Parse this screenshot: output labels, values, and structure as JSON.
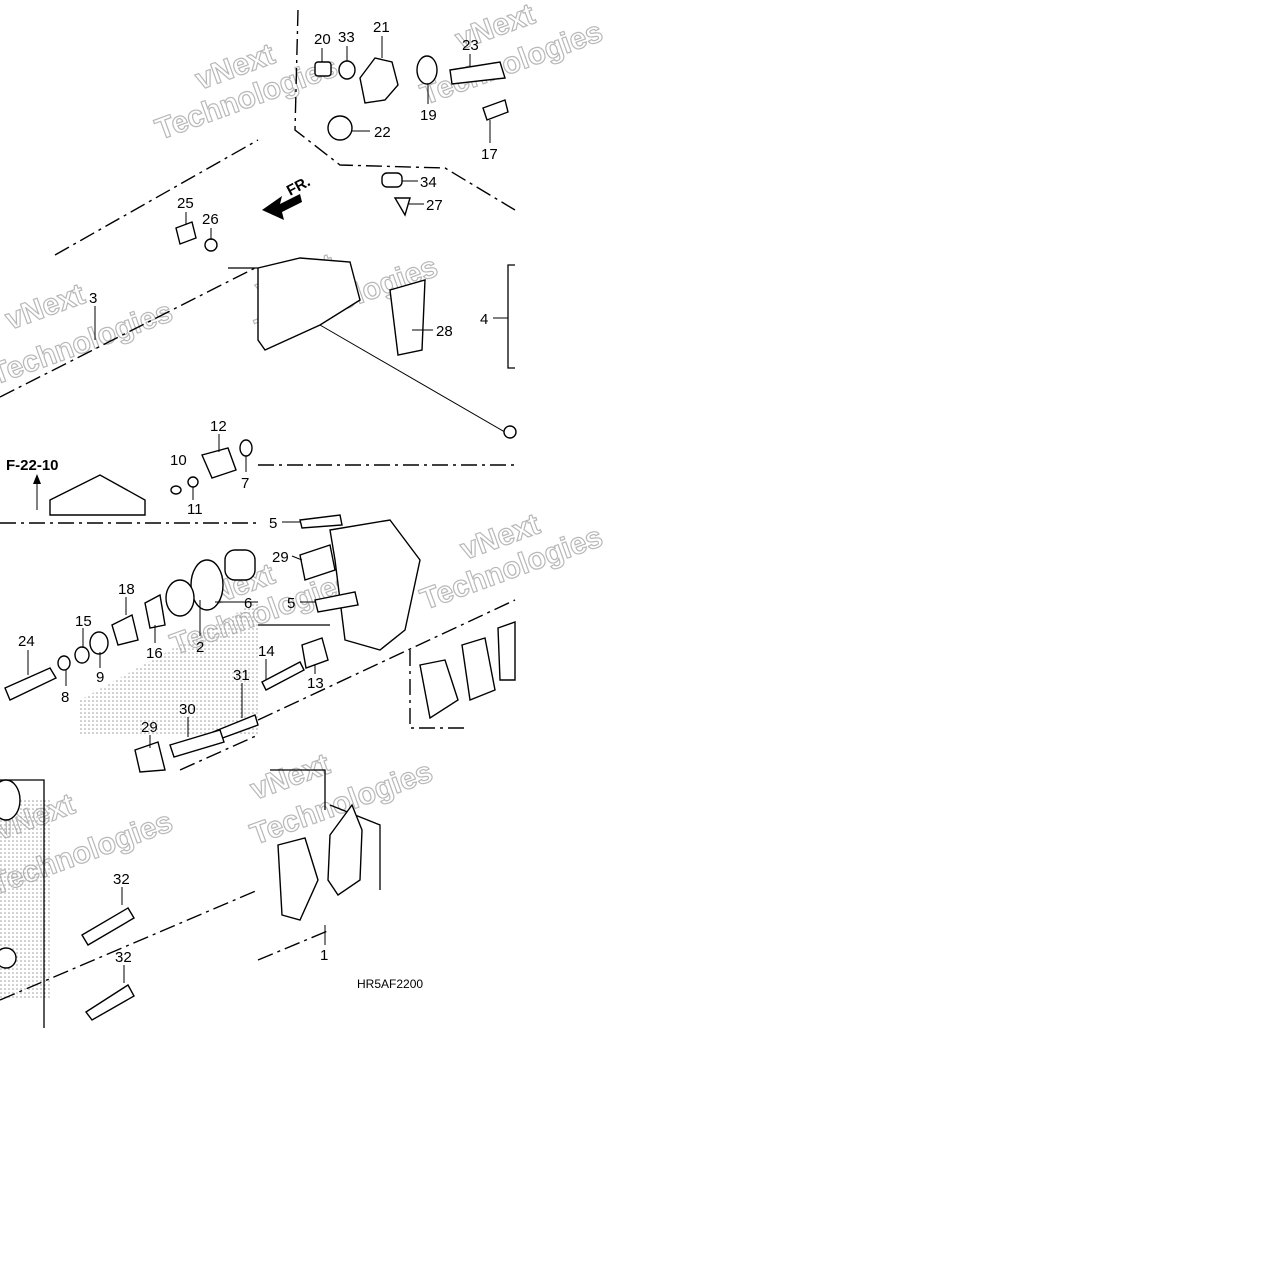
{
  "diagram": {
    "code": "HR5AF2200",
    "reference": "F-22-10",
    "direction": "FR.",
    "watermark_lines": [
      "vNext",
      "Technologies"
    ],
    "callouts": [
      {
        "id": "c20",
        "text": "20"
      },
      {
        "id": "c33",
        "text": "33"
      },
      {
        "id": "c21",
        "text": "21"
      },
      {
        "id": "c23",
        "text": "23"
      },
      {
        "id": "c19",
        "text": "19"
      },
      {
        "id": "c22",
        "text": "22"
      },
      {
        "id": "c17",
        "text": "17"
      },
      {
        "id": "c34",
        "text": "34"
      },
      {
        "id": "c27",
        "text": "27"
      },
      {
        "id": "c25",
        "text": "25"
      },
      {
        "id": "c26",
        "text": "26"
      },
      {
        "id": "c3",
        "text": "3"
      },
      {
        "id": "c28",
        "text": "28"
      },
      {
        "id": "c4",
        "text": "4"
      },
      {
        "id": "c12",
        "text": "12"
      },
      {
        "id": "c10",
        "text": "10"
      },
      {
        "id": "c7",
        "text": "7"
      },
      {
        "id": "c11",
        "text": "11"
      },
      {
        "id": "c5a",
        "text": "5"
      },
      {
        "id": "c29a",
        "text": "29"
      },
      {
        "id": "c5b",
        "text": "5"
      },
      {
        "id": "c6",
        "text": "6"
      },
      {
        "id": "c18",
        "text": "18"
      },
      {
        "id": "c15",
        "text": "15"
      },
      {
        "id": "c24",
        "text": "24"
      },
      {
        "id": "c16",
        "text": "16"
      },
      {
        "id": "c2",
        "text": "2"
      },
      {
        "id": "c9",
        "text": "9"
      },
      {
        "id": "c8",
        "text": "8"
      },
      {
        "id": "c14",
        "text": "14"
      },
      {
        "id": "c13",
        "text": "13"
      },
      {
        "id": "c31",
        "text": "31"
      },
      {
        "id": "c30",
        "text": "30"
      },
      {
        "id": "c29b",
        "text": "29"
      },
      {
        "id": "c32a",
        "text": "32"
      },
      {
        "id": "c32b",
        "text": "32"
      },
      {
        "id": "c1",
        "text": "1"
      }
    ]
  }
}
